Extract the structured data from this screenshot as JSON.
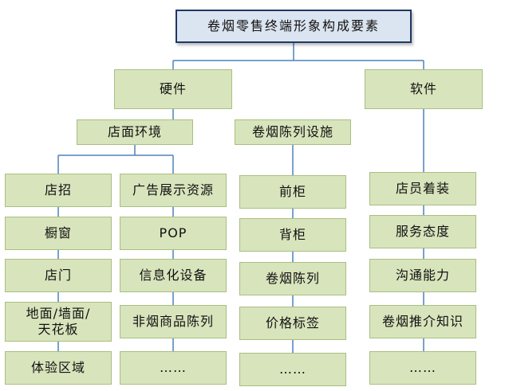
{
  "colors": {
    "connector": "#4f81bd",
    "node_fill": "#d8e4bc",
    "root_fill": "#dbe5f1",
    "root_border": "#1f3864"
  },
  "root": "卷烟零售终端形象构成要素",
  "hardware": {
    "label": "硬件",
    "store_environment": {
      "label": "店面环境",
      "items": [
        "店招",
        "橱窗",
        "店门",
        "地面/墙面/\n天花板",
        "体验区域"
      ]
    },
    "ad_resources": {
      "items": [
        "广告展示资源",
        "POP",
        "信息化设备",
        "非烟商品陈列",
        "……"
      ]
    },
    "display_facilities": {
      "label": "卷烟陈列设施",
      "items": [
        "前柜",
        "背柜",
        "卷烟陈列",
        "价格标签",
        "……"
      ]
    }
  },
  "software": {
    "label": "软件",
    "items": [
      "店员着装",
      "服务态度",
      "沟通能力",
      "卷烟推介知识",
      "……"
    ]
  }
}
